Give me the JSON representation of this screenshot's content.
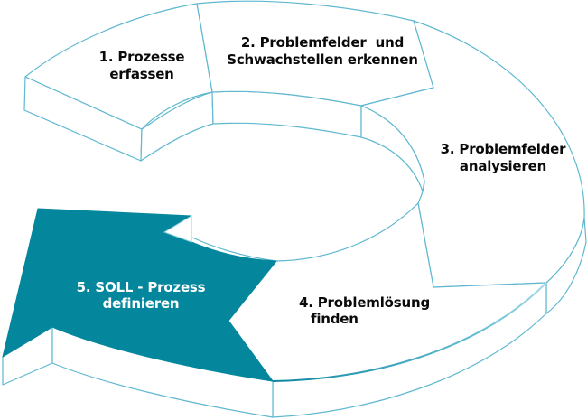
{
  "diagram": {
    "kind": "cycle-process-diagram",
    "segment_count": 5,
    "highlighted_segment": 5
  },
  "segments": [
    {
      "id": 1,
      "lines": [
        "1. Prozesse",
        "erfassen"
      ],
      "highlighted": false
    },
    {
      "id": 2,
      "lines": [
        "2. Problemfelder  und",
        "Schwachstellen erkennen"
      ],
      "highlighted": false
    },
    {
      "id": 3,
      "lines": [
        "3. Problemfelder",
        "analysieren"
      ],
      "highlighted": false
    },
    {
      "id": 4,
      "lines": [
        "4. Problemlösung",
        "finden"
      ],
      "highlighted": false
    },
    {
      "id": 5,
      "lines": [
        "5. SOLL - Prozess",
        "definieren"
      ],
      "highlighted": true
    }
  ],
  "colors": {
    "background": "#ffffff",
    "segment_fill": "#ffffff",
    "outline": "#5FB8D0",
    "outline_strong": "#1D8FA9",
    "highlight_fill": "#04869C",
    "label_text": "#0a0a0a",
    "highlight_label_text": "#ffffff"
  }
}
